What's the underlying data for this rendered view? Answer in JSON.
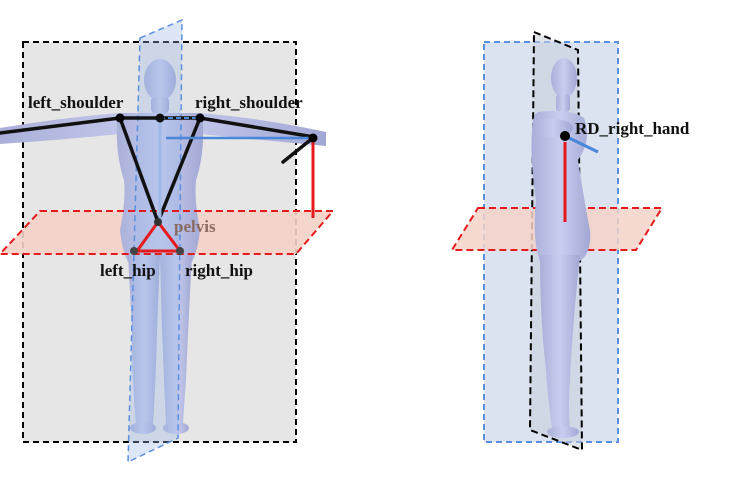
{
  "labels": {
    "left_shoulder": "left_shoulder",
    "right_shoulder": "right_shoulder",
    "pelvis": "pelvis",
    "left_hip": "left_hip",
    "right_hip": "right_hip",
    "rd_right_hand": "RD_right_hand"
  },
  "colors": {
    "background_panel": "#e6e6e6",
    "body_fill": "#b9bfe6",
    "blue_plane_fill": "#b8cbe8",
    "blue_plane_stroke": "#5b8fe0",
    "red_plane_fill": "#f6cfc4",
    "red_line": "#e41a1c",
    "blue_line": "#4a86d9",
    "skeleton": "#000000"
  },
  "icons": {
    "figure_front": "human-figure-front-view",
    "figure_side": "human-figure-side-view"
  }
}
